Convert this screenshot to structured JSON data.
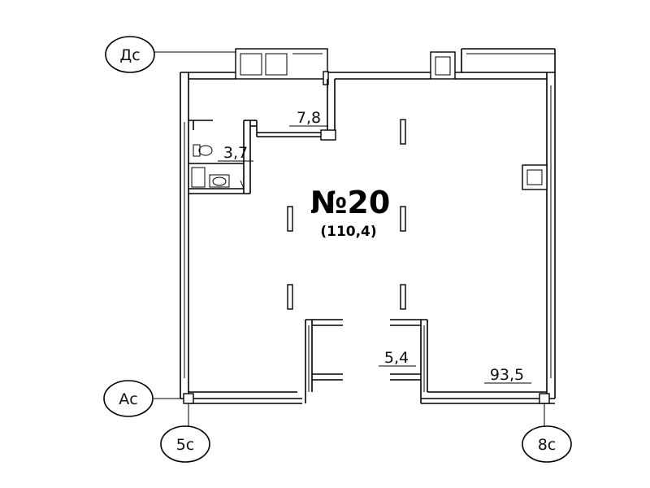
{
  "unit": {
    "number": "№20",
    "total_area": "(110,4)"
  },
  "rooms": [
    {
      "area": "7,8"
    },
    {
      "area": "3,7"
    },
    {
      "area": "5,4"
    },
    {
      "area": "93,5"
    }
  ],
  "axes": {
    "ds": "Дс",
    "as": "Ас",
    "c5": "5с",
    "c8": "8с"
  }
}
